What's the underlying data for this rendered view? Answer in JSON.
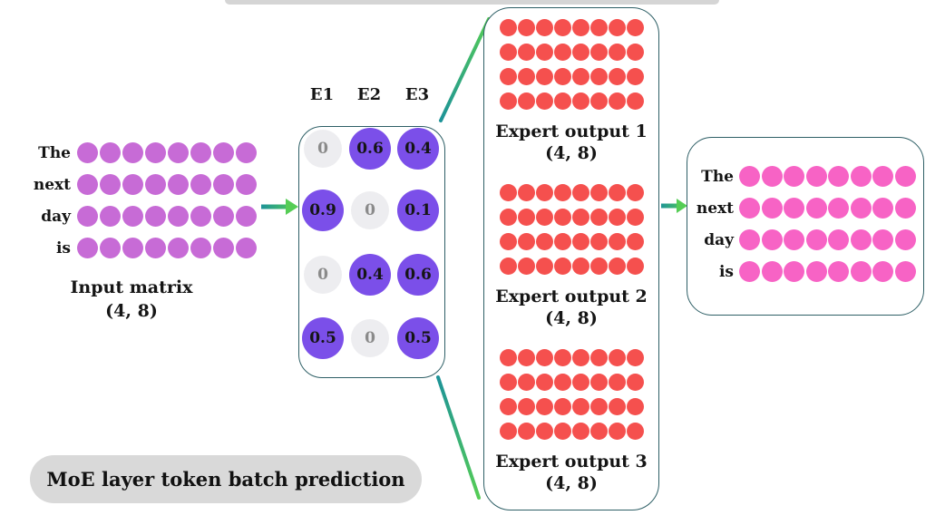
{
  "caption": {
    "text": "MoE layer token batch prediction"
  },
  "input_matrix": {
    "row_labels": [
      "The",
      "next",
      "day",
      "is"
    ],
    "columns": 8,
    "caption": "Input matrix",
    "shape": "(4, 8)",
    "dot_color": "#c76bd6"
  },
  "gate_matrix": {
    "column_headers": [
      "E1",
      "E2",
      "E3"
    ],
    "values": [
      [
        0,
        0.6,
        0.4
      ],
      [
        0.9,
        0,
        0.1
      ],
      [
        0,
        0.4,
        0.6
      ],
      [
        0.5,
        0,
        0.5
      ]
    ],
    "active_color": "#7b4fe9",
    "active_text_color": "#151515",
    "zero_color": "#ededf0",
    "zero_text_color": "#8a8a8a"
  },
  "expert_outputs": {
    "dot_color": "#f5504e",
    "groups": [
      {
        "label": "Expert output 1",
        "shape": "(4, 8)",
        "rows": 4,
        "columns": 8
      },
      {
        "label": "Expert output 2",
        "shape": "(4, 8)",
        "rows": 4,
        "columns": 8
      },
      {
        "label": "Expert output 3",
        "shape": "(4, 8)",
        "rows": 4,
        "columns": 8
      }
    ]
  },
  "output_matrix": {
    "row_labels": [
      "The",
      "next",
      "day",
      "is"
    ],
    "columns": 8,
    "dot_color": "#f763c5"
  },
  "connectors": {
    "teal": "#1d9398",
    "green": "#55cd55"
  },
  "theme": {
    "box_border": "#2e5f66",
    "caption_pill_bg": "#d9d9d9",
    "banner_bg": "#d5d5d5"
  }
}
